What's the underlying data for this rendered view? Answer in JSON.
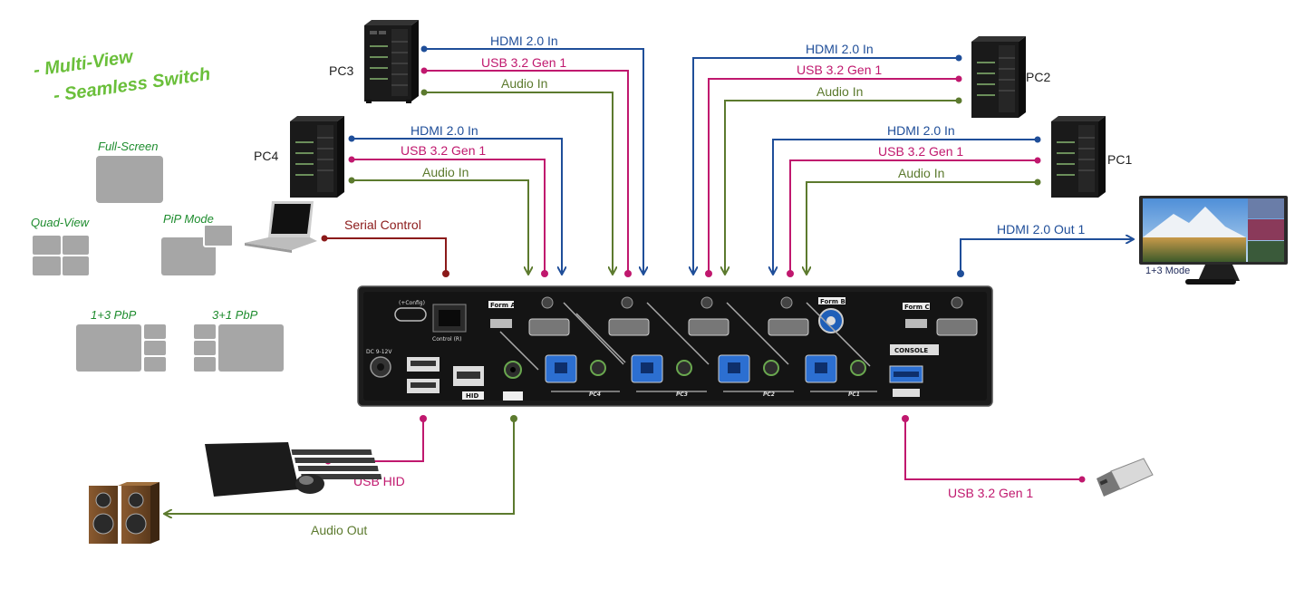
{
  "features": [
    "- Multi-View",
    "- Seamless Switch"
  ],
  "modes": {
    "full_screen": "Full-Screen",
    "quad_view": "Quad-View",
    "pip": "PiP Mode",
    "pbp13": "1+3 PbP",
    "pbp31": "3+1 PbP"
  },
  "pcs": {
    "pc1": "PC1",
    "pc2": "PC2",
    "pc3": "PC3",
    "pc4": "PC4"
  },
  "connections": {
    "hdmi_in": "HDMI 2.0 In",
    "usb_in": "USB 3.2 Gen 1",
    "audio_in": "Audio In",
    "serial": "Serial Control",
    "hdmi_out": "HDMI 2.0 Out 1",
    "usb_hid": "USB HID",
    "audio_out": "Audio Out",
    "usb_console": "USB 3.2 Gen 1"
  },
  "monitor_mode": "1+3 Mode",
  "device": {
    "config": "(+Config)",
    "control": "Control (R)",
    "dc": "DC 9-12V",
    "hid": "HID",
    "console": "CONSOLE",
    "port_labels": [
      "PC4",
      "PC3",
      "PC2",
      "PC1"
    ],
    "form_a": "Form A",
    "form_b": "Form B",
    "form_c": "Form C"
  },
  "colors": {
    "hdmi": "#1f4e99",
    "usb": "#c0186e",
    "audio": "#5c7a2e",
    "serial": "#8b1a1a",
    "feature_text": "#6abf3a",
    "mode_text": "#1e8c2e",
    "mode_shape": "#a6a6a6"
  }
}
